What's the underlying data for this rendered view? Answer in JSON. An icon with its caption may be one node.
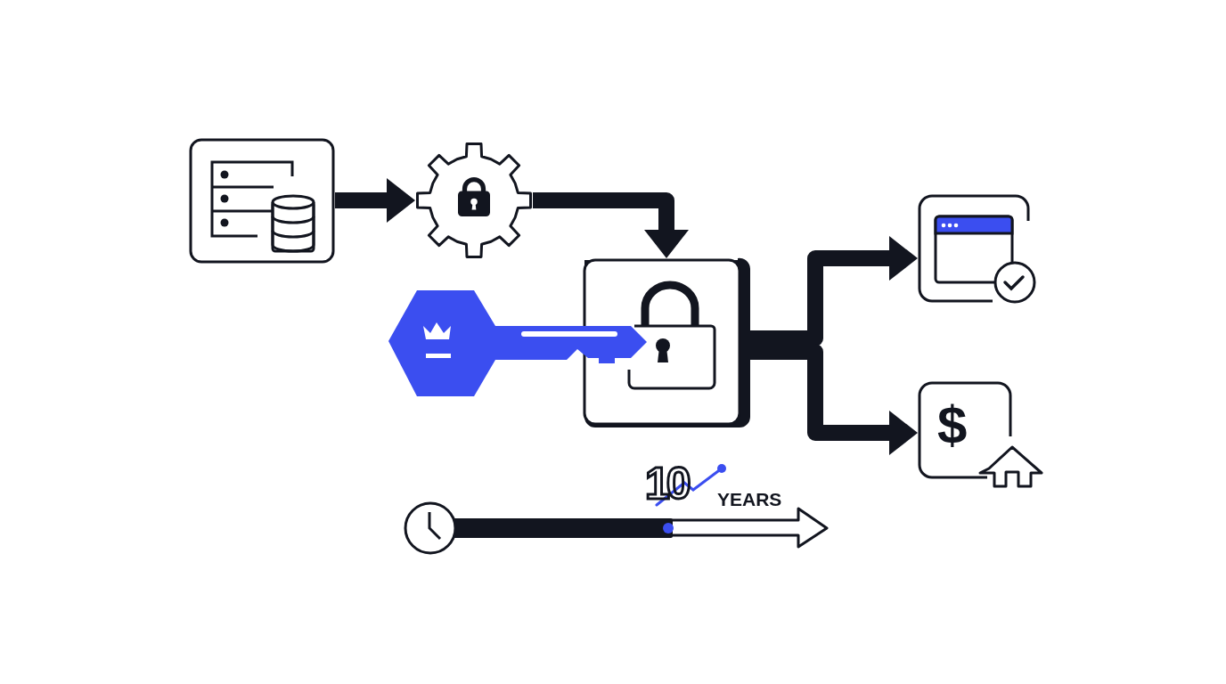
{
  "diagram": {
    "nodes": [
      {
        "text": [],
        "shape": "box"
      },
      {
        "text": [],
        "shape": "gear"
      },
      {
        "text": [],
        "shape": "box"
      },
      {
        "text": [],
        "shape": "box"
      },
      {
        "text": [
          "$"
        ]
      }
    ],
    "edges": [
      {
        "from": 0,
        "to": 1,
        "arrow": "to"
      },
      {
        "from": 1,
        "to": 2,
        "arrow": "to"
      },
      {
        "from": 2,
        "to": 3,
        "arrow": "to"
      },
      {
        "from": 2,
        "to": 4,
        "arrow": "to"
      }
    ],
    "labels": [
      "10",
      "YEARS"
    ]
  }
}
